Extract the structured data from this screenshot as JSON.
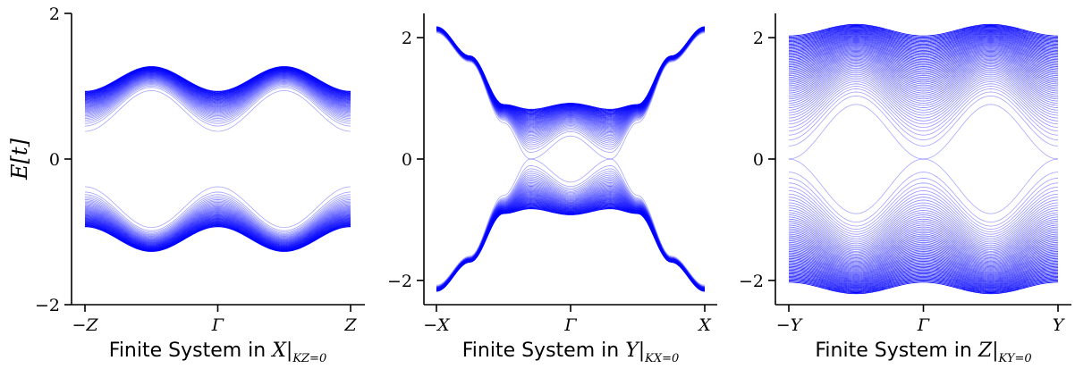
{
  "chart_data": [
    {
      "type": "line",
      "panel": "finite-x",
      "ylabel": "E[t]",
      "xlabel_text": "Finite System in ",
      "xlabel_math": "X|",
      "xlabel_sub": "KZ=0",
      "xticks": [
        "−Z",
        "Γ",
        "Z"
      ],
      "yticks": [
        "−2",
        "0",
        "2"
      ],
      "ylim": [
        -2,
        2
      ],
      "xlim": [
        -1,
        1
      ],
      "series_color": "#0000ff",
      "bands": [
        {
          "name": "upper",
          "envelope_outer": [
            0.93,
            1.27,
            0.93,
            1.27,
            0.93
          ],
          "envelope_inner": [
            0.38,
            0.94,
            0.38,
            0.94,
            0.38
          ],
          "x": [
            -1,
            -0.5,
            0,
            0.5,
            1
          ],
          "line_count": 40
        },
        {
          "name": "lower",
          "envelope_outer": [
            -0.93,
            -1.27,
            -0.93,
            -1.27,
            -0.93
          ],
          "envelope_inner": [
            -0.38,
            -0.94,
            -0.38,
            -0.94,
            -0.38
          ],
          "x": [
            -1,
            -0.5,
            0,
            0.5,
            1
          ],
          "line_count": 40
        }
      ]
    },
    {
      "type": "line",
      "panel": "finite-y",
      "ylabel": "",
      "xlabel_text": "Finite System in ",
      "xlabel_math": "Y|",
      "xlabel_sub": "KX=0",
      "xticks": [
        "−X",
        "Γ",
        "X"
      ],
      "yticks": [
        "−2",
        "0",
        "2"
      ],
      "ylim": [
        -2.4,
        2.4
      ],
      "xlim": [
        -1,
        1
      ],
      "series_color": "#0000ff",
      "bands": [
        {
          "name": "upper",
          "x": [
            -1,
            -0.75,
            -0.5,
            -0.3,
            0,
            0.3,
            0.5,
            0.75,
            1
          ],
          "envelope_outer": [
            2.18,
            1.7,
            0.9,
            0.82,
            0.92,
            0.82,
            0.9,
            1.7,
            2.18
          ],
          "envelope_inner": [
            2.08,
            1.6,
            0.6,
            0.0,
            0.38,
            0.0,
            0.6,
            1.6,
            2.08
          ],
          "line_count": 40
        },
        {
          "name": "lower",
          "x": [
            -1,
            -0.75,
            -0.5,
            -0.3,
            0,
            0.3,
            0.5,
            0.75,
            1
          ],
          "envelope_outer": [
            -2.18,
            -1.7,
            -0.9,
            -0.82,
            -0.92,
            -0.82,
            -0.9,
            -1.7,
            -2.18
          ],
          "envelope_inner": [
            -2.08,
            -1.6,
            -0.6,
            0.0,
            -0.38,
            0.0,
            -0.6,
            -1.6,
            -2.08
          ],
          "line_count": 40
        }
      ]
    },
    {
      "type": "line",
      "panel": "finite-z",
      "ylabel": "",
      "xlabel_text": "Finite System in ",
      "xlabel_math": "Z|",
      "xlabel_sub": "KY=0",
      "xticks": [
        "−Y",
        "Γ",
        "Y"
      ],
      "yticks": [
        "−2",
        "0",
        "2"
      ],
      "ylim": [
        -2.4,
        2.4
      ],
      "xlim": [
        -1,
        1
      ],
      "series_color": "#0000ff",
      "bands": [
        {
          "name": "upper",
          "x": [
            -1,
            -0.5,
            0,
            0.5,
            1
          ],
          "envelope_outer": [
            2.03,
            2.22,
            2.03,
            2.22,
            2.03
          ],
          "envelope_inner": [
            0.0,
            0.9,
            0.0,
            0.9,
            0.0
          ],
          "line_count": 60
        },
        {
          "name": "lower",
          "x": [
            -1,
            -0.5,
            0,
            0.5,
            1
          ],
          "envelope_outer": [
            -2.03,
            -2.22,
            -2.03,
            -2.22,
            -2.03
          ],
          "envelope_inner": [
            0.0,
            -0.9,
            0.0,
            -0.9,
            0.0
          ],
          "line_count": 60
        }
      ]
    }
  ]
}
